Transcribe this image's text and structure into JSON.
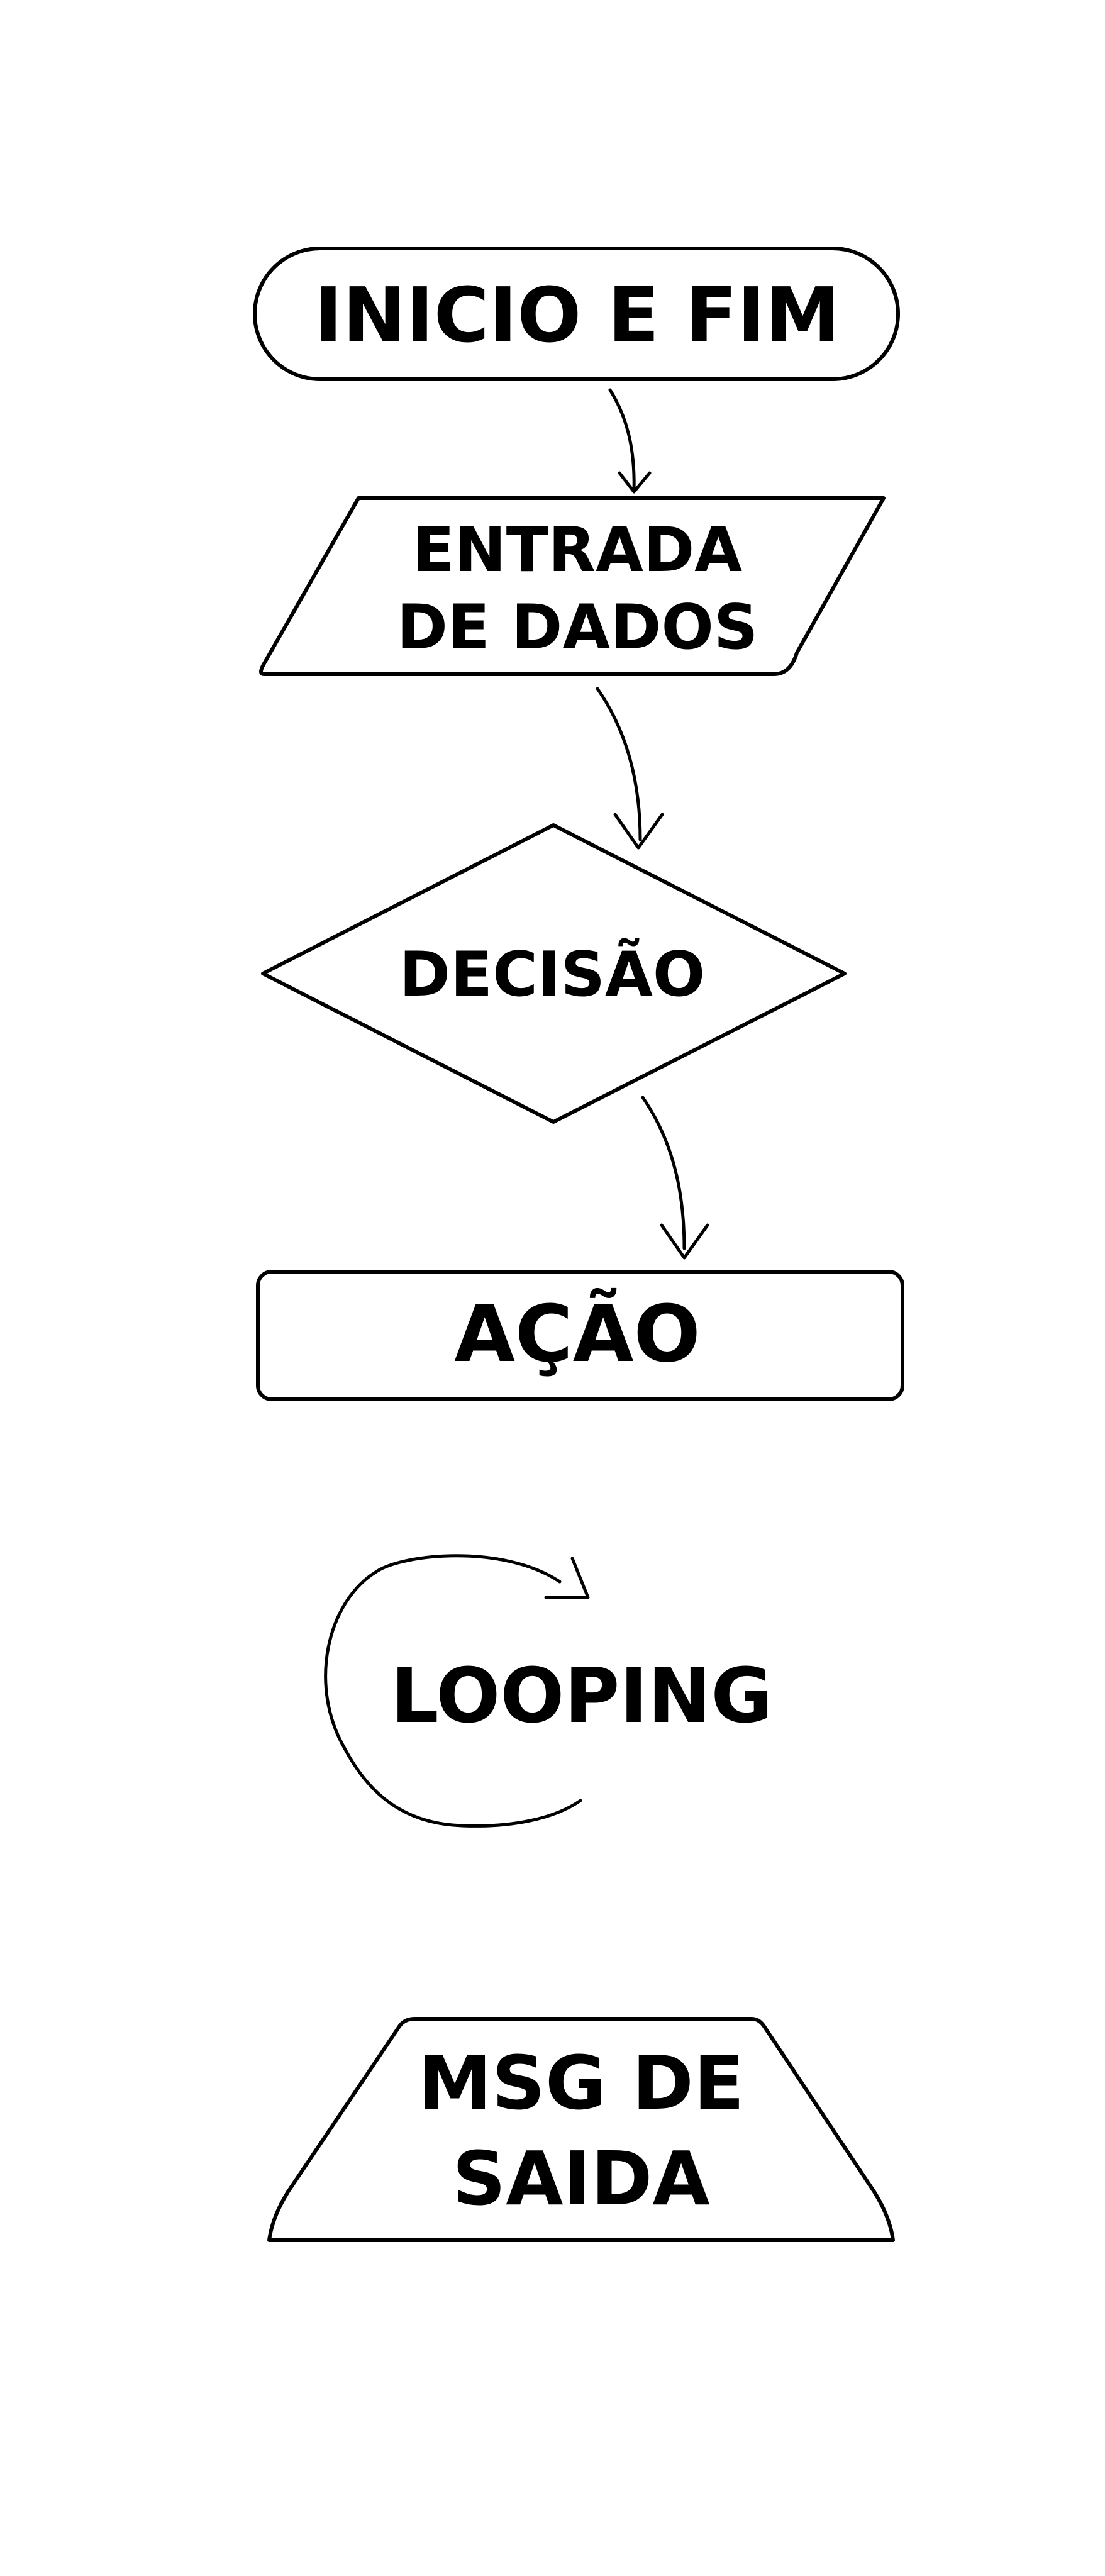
{
  "diagram": {
    "nodes": [
      {
        "id": "start-end",
        "shape": "terminator",
        "lines": [
          "INICIO E FIM"
        ]
      },
      {
        "id": "data-input",
        "shape": "parallelogram",
        "lines": [
          "ENTRADA",
          "DE DADOS"
        ]
      },
      {
        "id": "decision",
        "shape": "diamond",
        "lines": [
          "DECISÃO"
        ]
      },
      {
        "id": "action",
        "shape": "rectangle",
        "lines": [
          "AÇÃO"
        ]
      },
      {
        "id": "looping",
        "shape": "loop-arrow",
        "lines": [
          "LOOPING"
        ]
      },
      {
        "id": "output-message",
        "shape": "trapezoid",
        "lines": [
          "MSG DE",
          "SAIDA"
        ]
      }
    ],
    "edges": [
      {
        "from": "start-end",
        "to": "data-input"
      },
      {
        "from": "data-input",
        "to": "decision"
      },
      {
        "from": "decision",
        "to": "action"
      }
    ],
    "colors": {
      "stroke": "#000000",
      "fill": "#ffffff",
      "text": "#000000"
    }
  }
}
